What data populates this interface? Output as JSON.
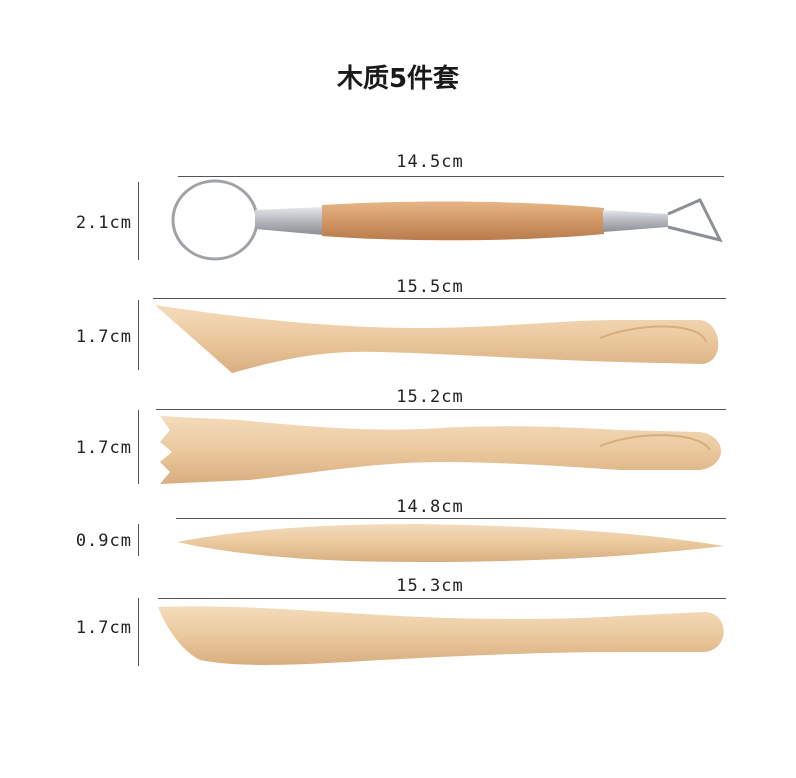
{
  "title": "木质5件套",
  "tools": [
    {
      "length": "14.5cm",
      "width": "2.1cm"
    },
    {
      "length": "15.5cm",
      "width": "1.7cm"
    },
    {
      "length": "15.2cm",
      "width": "1.7cm"
    },
    {
      "length": "14.8cm",
      "width": "0.9cm"
    },
    {
      "length": "15.3cm",
      "width": "1.7cm"
    }
  ],
  "colors": {
    "wood": "#e9c9a0",
    "wood_dark": "#d9a877",
    "metal": "#b9bcc0"
  }
}
